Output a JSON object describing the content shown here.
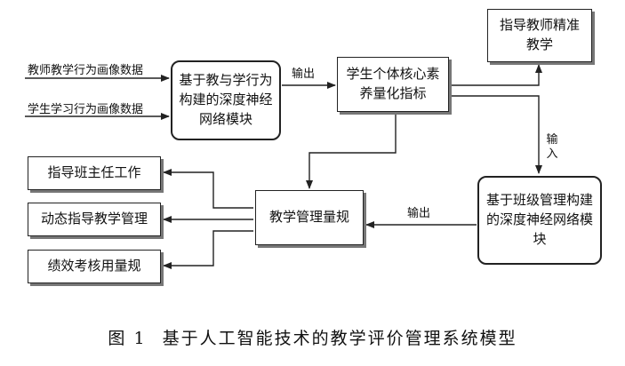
{
  "inputs": {
    "teacher_data": "教师教学行为画像数据",
    "student_data": "学生学习行为画像数据"
  },
  "nodes": {
    "dnn_teach_learn": "基于教与学行为构建的深度神经网络模块",
    "core_literacy": "学生个体核心素养量化指标",
    "guide_teacher": "指导教师精准教学",
    "class_dnn": "基于班级管理构建的深度神经网络模块",
    "teaching_mgmt": "教学管理量规",
    "guide_head_teacher": "指导班主任工作",
    "dynamic_guide": "动态指导教学管理",
    "performance": "绩效考核用量规"
  },
  "edge_labels": {
    "output_1": "输出",
    "input_1": "输入",
    "output_2": "输出"
  },
  "caption": {
    "number": "图 1",
    "title": "基于人工智能技术的教学评价管理系统模型"
  }
}
